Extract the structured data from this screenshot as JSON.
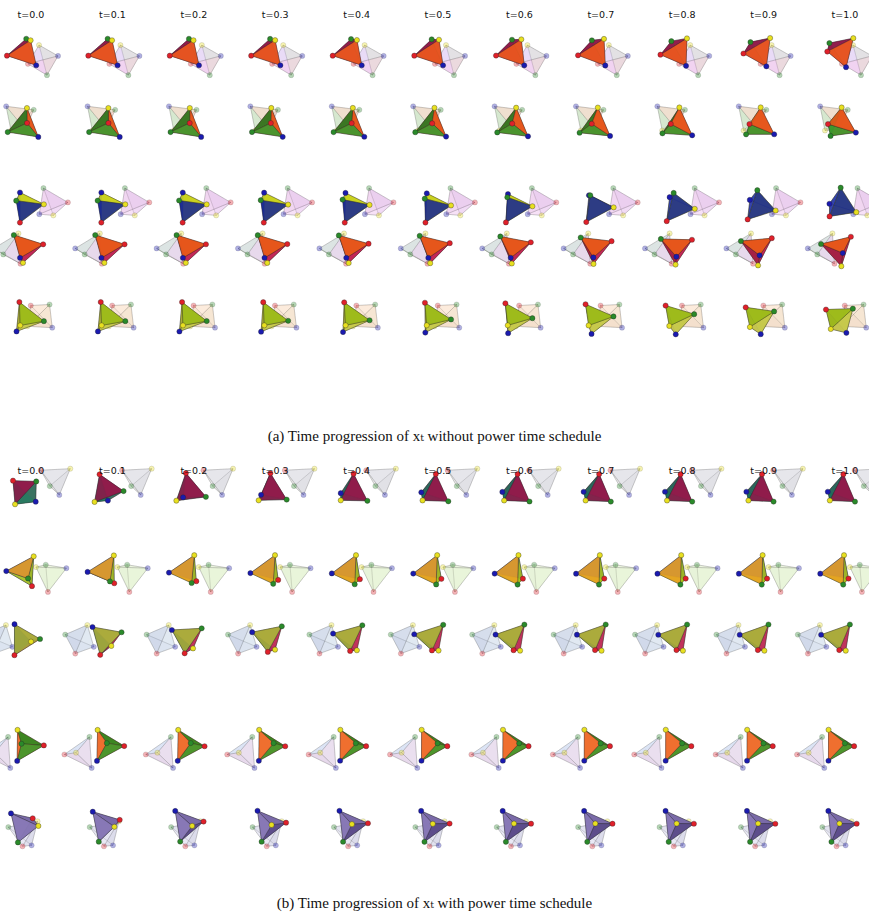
{
  "diagram": {
    "labels": [
      "t=0.0",
      "t=0.1",
      "t=0.2",
      "t=0.3",
      "t=0.4",
      "t=0.5",
      "t=0.6",
      "t=0.7",
      "t=0.8",
      "t=0.9",
      "t=1.0",
      "(a) Time progression of xₜ without power time schedule",
      "t=0.0",
      "t=0.1",
      "t=0.2",
      "t=0.3",
      "t=0.4",
      "t=0.5",
      "t=0.6",
      "t=0.7",
      "t=0.8",
      "t=0.9",
      "t=1.0",
      "(b) Time progression of xₜ with power time schedule"
    ]
  }
}
